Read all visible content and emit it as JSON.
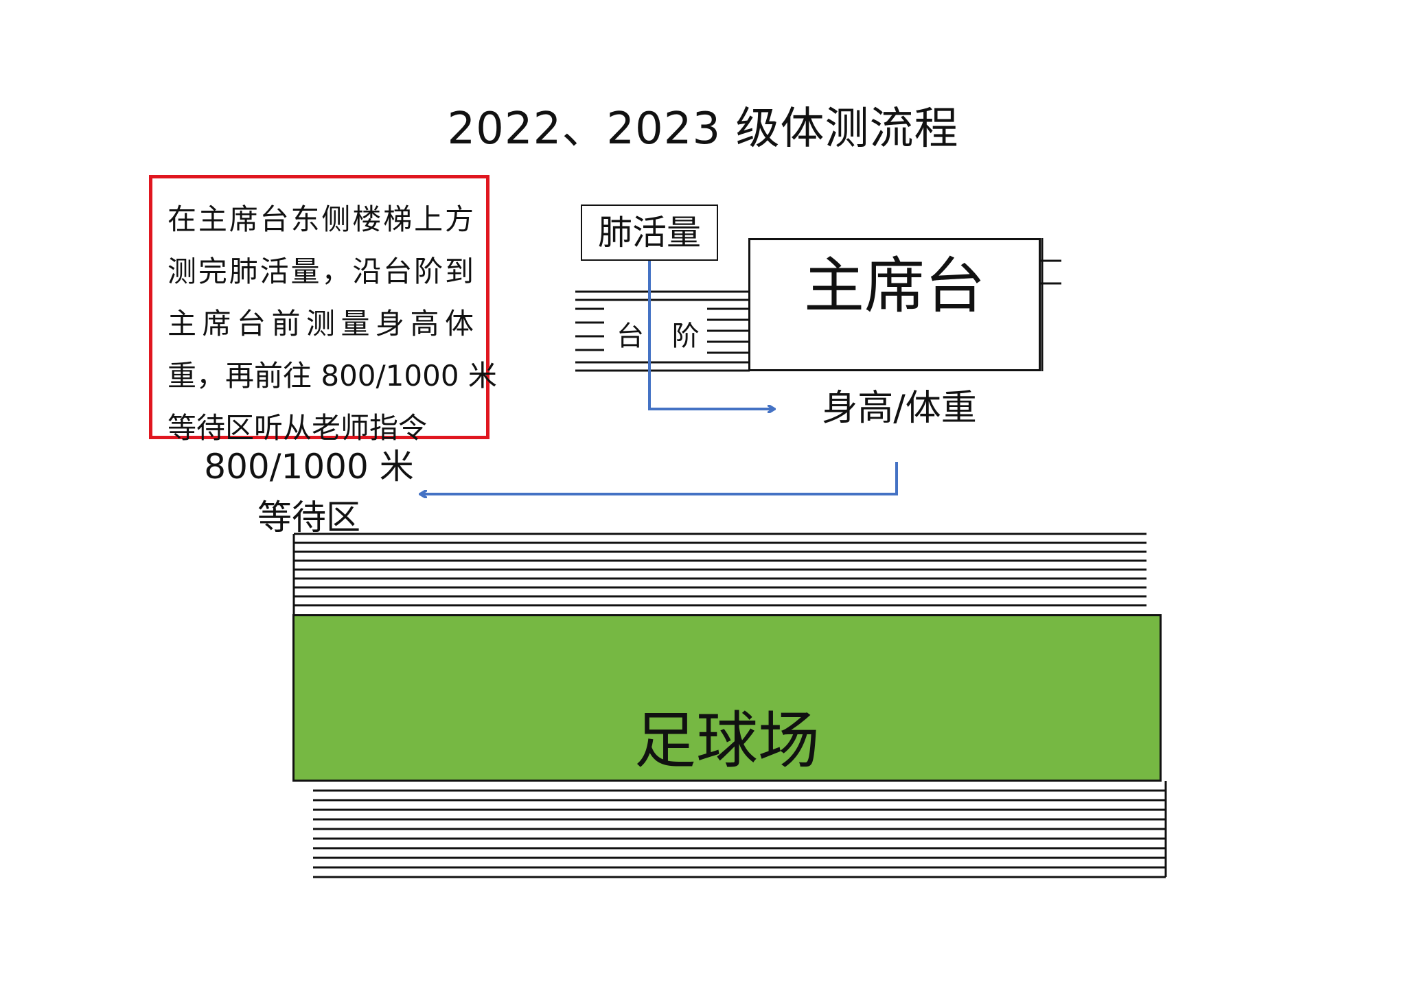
{
  "title": "2022、2023 级体测流程",
  "note": {
    "lines": [
      "在主席台东侧楼梯上方",
      "测完肺活量，沿台阶到",
      "主席台前测量身高体",
      "重，再前往 800/1000 米",
      "等待区听从老师指令"
    ]
  },
  "waiting_area": {
    "line1": "800/1000 米",
    "line2": "等待区"
  },
  "lung_capacity": "肺活量",
  "main_stage": "主席台",
  "steps": "台 阶",
  "height_weight": "身高/体重",
  "football_field": "足球场",
  "colors": {
    "note_border": "#e0161f",
    "arrow": "#4472c4",
    "field": "#76b843"
  }
}
